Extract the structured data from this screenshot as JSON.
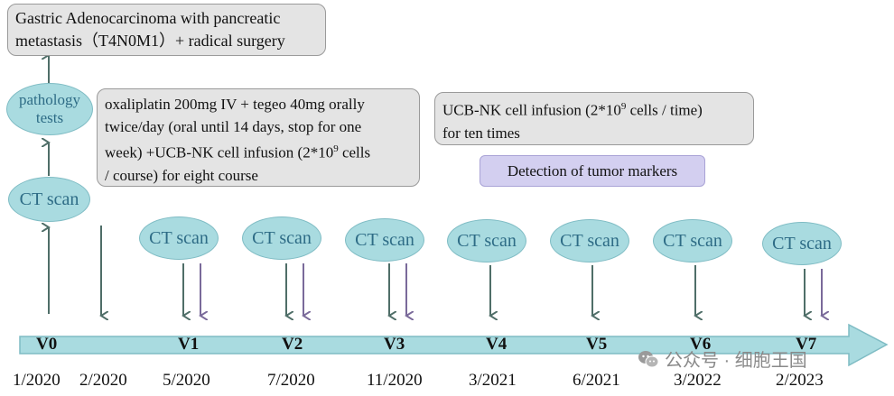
{
  "diagnosis_box": {
    "line1": "Gastric Adenocarcinoma with pancreatic",
    "line2": "metastasis（T4N0M1）+ radical surgery"
  },
  "pathology_oval": {
    "line1": "pathology",
    "line2": "tests"
  },
  "ct_label": "CT scan",
  "chemo_box": {
    "line1": "oxaliplatin 200mg IV + tegeo 40mg orally",
    "line2": "twice/day (oral until 14 days, stop for one",
    "line3": "week) +UCB-NK cell infusion (2*10",
    "line3_sup": "9",
    "line3_end": " cells",
    "line4": "/ course) for eight course"
  },
  "ucb_box": {
    "line1_a": "UCB-NK cell infusion (2*10",
    "line1_sup": "9",
    "line1_b": " cells / time)",
    "line2": "for ten times"
  },
  "marker_box": {
    "label": "Detection of tumor markers"
  },
  "visits": [
    "V0",
    "V1",
    "V2",
    "V3",
    "V4",
    "V5",
    "V6",
    "V7"
  ],
  "dates": [
    "1/2020",
    "2/2020",
    "5/2020",
    "7/2020",
    "11/2020",
    "3/2021",
    "6/2021",
    "3/2022",
    "2/2023"
  ],
  "colors": {
    "timeline_fill": "#a9dbe0",
    "oval_fill": "#a9dbe0",
    "oval_text": "#2e6c86",
    "arrow_green": "#4f6e68",
    "arrow_purple": "#7a6a9a",
    "marker_fill": "#d3cff0"
  },
  "watermark": {
    "text": "公众号 · 细胞王国",
    "icon": "wechat-icon"
  }
}
